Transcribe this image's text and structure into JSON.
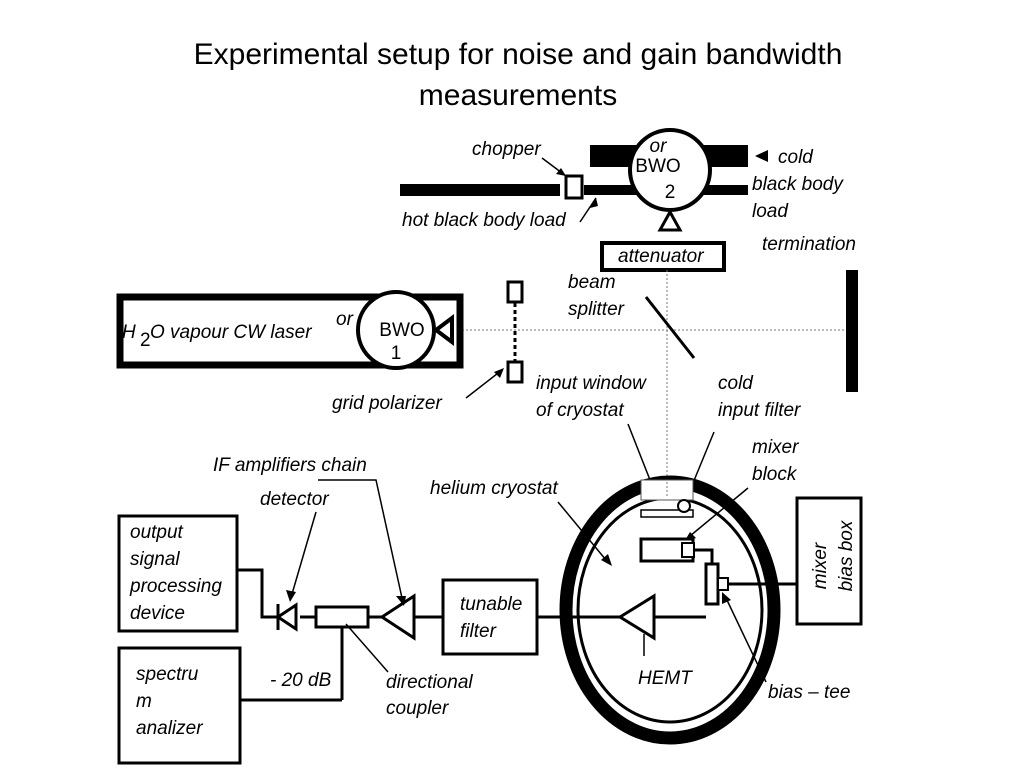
{
  "title_line1": "Experimental setup for noise and gain bandwidth",
  "title_line2": "measurements",
  "labels": {
    "chopper": "chopper",
    "or_top": "or",
    "bwo2_name": "BWO",
    "bwo2_num": "2",
    "cold_1": "cold",
    "cold_2": "black body",
    "cold_3": "load",
    "hot_load": "hot black body load",
    "attenuator": "attenuator",
    "termination": "termination",
    "beam_1": "beam",
    "beam_2": "splitter",
    "laser_h": "H",
    "laser_2": "2",
    "laser_rest": "O vapour CW laser",
    "or_left": "or",
    "bwo1_name": "BWO",
    "bwo1_num": "1",
    "grid_polarizer": "grid polarizer",
    "input_window_1": "input window",
    "input_window_2": "of cryostat",
    "cold_filter_1": "cold",
    "cold_filter_2": "input filter",
    "mixer_block_1": "mixer",
    "mixer_block_2": "block",
    "if_chain": "IF amplifiers chain",
    "detector": "detector",
    "helium_cryostat": "helium cryostat",
    "output_1": "output",
    "output_2": "signal",
    "output_3": "processing",
    "output_4": "device",
    "tunable_1": "tunable",
    "tunable_2": "filter",
    "mixer_bias_1": "mixer",
    "mixer_bias_2": "bias box",
    "spectrum_1": "spectru",
    "spectrum_2": "m",
    "spectrum_3": "analizer",
    "minus20": "- 20 dB",
    "directional_1": "directional",
    "directional_2": "coupler",
    "hemt": "HEMT",
    "bias_tee": "bias – tee"
  }
}
